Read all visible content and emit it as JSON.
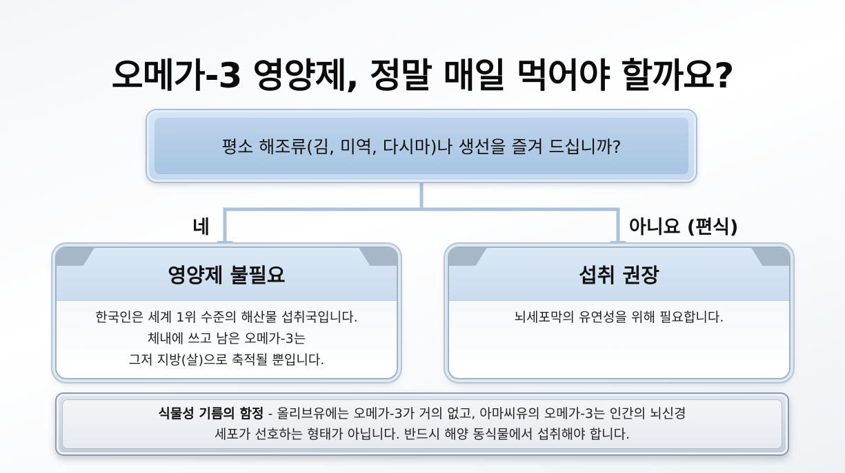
{
  "title": "오메가-3 영양제, 정말 매일 먹어야 할까요?",
  "question": "평소 해조류(김, 미역, 다시마)나 생선을 즐겨 드십니까?",
  "branches": {
    "yes": {
      "label": "네",
      "heading": "영양제 불필요",
      "lines": [
        "한국인은 세계 1위 수준의 해산물 섭취국입니다.",
        "체내에 쓰고 남은 오메가-3는",
        "그저 지방(살)으로 축적될 뿐입니다."
      ]
    },
    "no": {
      "label": "아니요 (편식)",
      "heading": "섭취 권장",
      "lines": [
        "뇌세포막의 유연성을 위해 필요합니다."
      ]
    }
  },
  "note": {
    "bold": "식물성 기름의 함정",
    "line1_rest": " - 올리브유에는 오메가-3가 거의 없고, 아마씨유의 오메가-3는 인간의 뇌신경",
    "line2": "세포가 선호하는 형태가 아닙니다. 반드시 해양 동식물에서 섭취해야 합니다."
  },
  "colors": {
    "connector": "#a9c3de",
    "question_fill": "#b3cce6",
    "card_border": "#9fb3c8"
  }
}
